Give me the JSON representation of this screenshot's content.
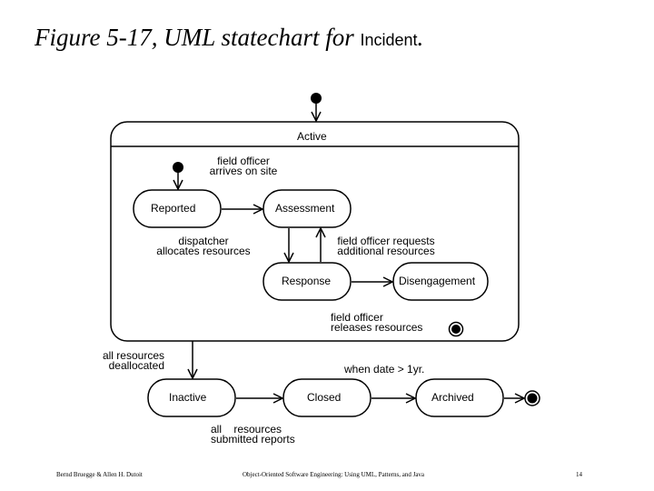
{
  "title": {
    "main": "Figure 5-17, UML statechart for ",
    "object": "Incident",
    "period": "."
  },
  "diagram": {
    "superstate": {
      "name": "Active"
    },
    "states": {
      "reported": "Reported",
      "assessment": "Assessment",
      "response": "Response",
      "disengagement": "Disengagement",
      "inactive": "Inactive",
      "closed": "Closed",
      "archived": "Archived"
    },
    "transitions": {
      "field_officer_arrives": "field officer\narrives on site",
      "dispatcher_allocates": "dispatcher\nallocates resources",
      "field_officer_requests": "field officer requests\nadditional resources",
      "field_officer_releases": "field officer\nreleases resources",
      "all_resources_deallocated": "all resources\ndeallocated",
      "when_date": "when date > 1yr.",
      "all_resources_submitted": "all    resources\nsubmitted reports"
    }
  },
  "footer": {
    "authors": "Bernd Bruegge & Allen H. Dutoit",
    "book": "Object-Oriented Software Engineering: Using UML, Patterns, and Java",
    "page": "14"
  }
}
